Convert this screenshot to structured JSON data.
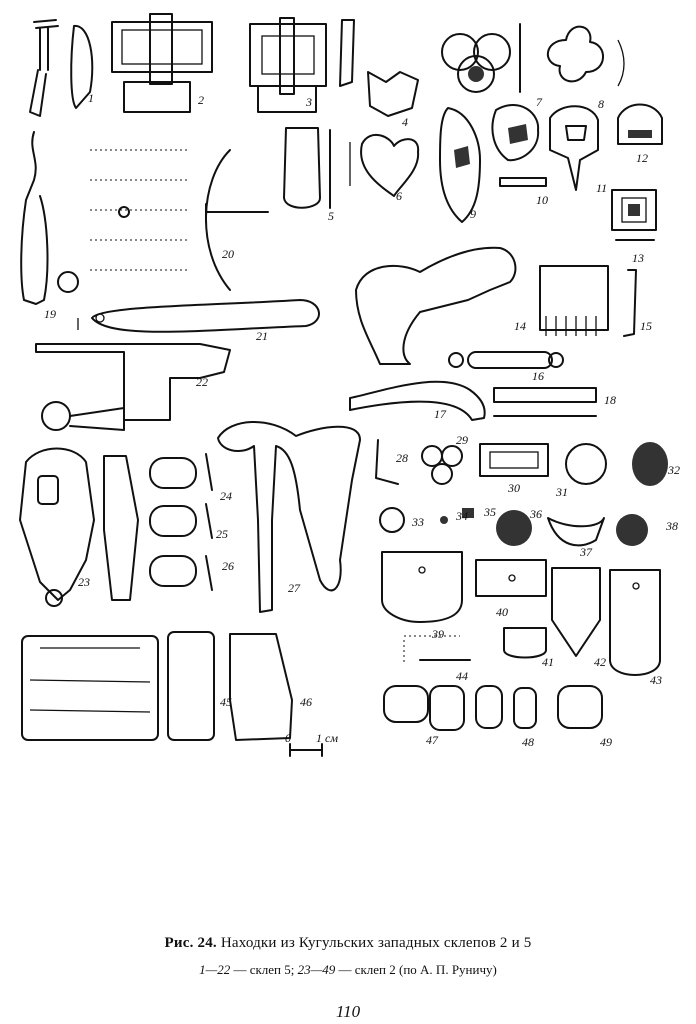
{
  "figure": {
    "labels": [
      "1",
      "2",
      "3",
      "4",
      "5",
      "6",
      "7",
      "8",
      "9",
      "10",
      "11",
      "12",
      "13",
      "14",
      "15",
      "16",
      "17",
      "18",
      "19",
      "20",
      "21",
      "22",
      "23",
      "24",
      "25",
      "26",
      "27",
      "28",
      "29",
      "30",
      "31",
      "32",
      "33",
      "34",
      "35",
      "36",
      "37",
      "38",
      "39",
      "40",
      "41",
      "42",
      "43",
      "44",
      "45",
      "46",
      "47",
      "48",
      "49"
    ],
    "scale_zero": "0",
    "scale_unit": "1 см"
  },
  "caption": {
    "prefix": "Рис. 24.",
    "title": "Находки из Кугульских западных склепов 2 и 5",
    "range_a": "1—22",
    "text_a": " — склеп 5; ",
    "range_b": "23—49",
    "text_b": " — склеп 2 (по А. П. Руничу)"
  },
  "page_number": "110"
}
